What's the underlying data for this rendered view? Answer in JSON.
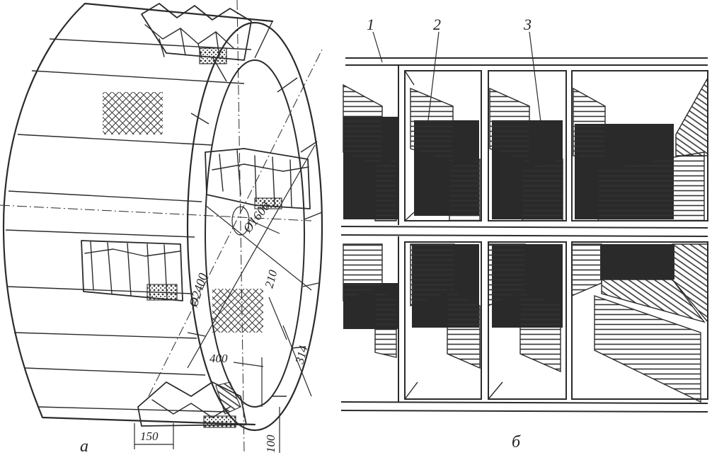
{
  "figure": {
    "panel_a": {
      "label": "а",
      "dimensions": {
        "outer_diameter": "Ø2400",
        "inner_diameter": "Ø1600",
        "d210": "210",
        "d314": "314",
        "d400": "400",
        "d150": "150",
        "d100": "100"
      }
    },
    "panel_b": {
      "label": "б",
      "callouts": [
        "1",
        "2",
        "3"
      ]
    }
  },
  "colors": {
    "ink": "#2b2b2b",
    "dark_fill": "#2a2a2a",
    "paper": "#ffffff"
  }
}
